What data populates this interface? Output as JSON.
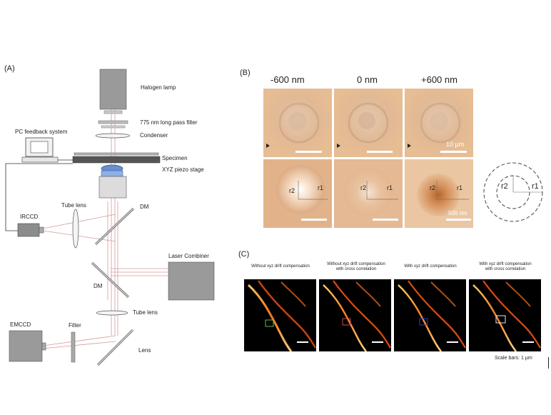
{
  "panelA": {
    "tag": "(A)",
    "labels": {
      "halogen": "Halogen lamp",
      "filter775": "775 nm long pass filter",
      "condenser": "Condenser",
      "pc": "PC feedback system",
      "specimen": "Specimen",
      "stage": "XYZ piezo stage",
      "tubelens_top": "Tube lens",
      "dm_top": "DM",
      "irccd": "IRCCD",
      "laser": "Laser Combiner",
      "dm_mid": "DM",
      "tubelens_bottom": "Tube lens",
      "emccd": "EMCCD",
      "filter": "Filter",
      "lens": "Lens"
    }
  },
  "panelB": {
    "tag": "(B)",
    "depths": [
      "-600 nm",
      "0 nm",
      "+600 nm"
    ],
    "scale_top": "10 μm",
    "scale_bottom": "500 nm",
    "r1": "r1",
    "r2": "r2"
  },
  "panelC": {
    "tag": "(C)",
    "captions": [
      "Without xyz drift compensation",
      "Without xyz drift compensation\nwith cross correlation",
      "With xyz drift compensation",
      "With xyz drift compensation\nwith cross correlation"
    ],
    "scale_note": "Scale bars: 1 μm"
  },
  "colors": {
    "bf_bg": "#e6b98f",
    "beam": "#d9a0a0",
    "box_green": "#5fbf3f",
    "box_red": "#c0504d",
    "box_blue": "#2d3fbf",
    "box_white": "#e8e8e8"
  }
}
